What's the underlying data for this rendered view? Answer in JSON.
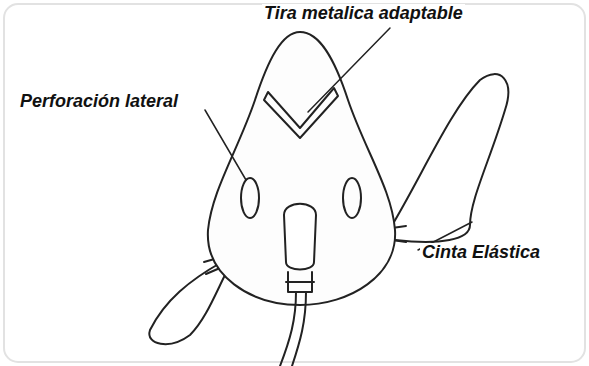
{
  "diagram": {
    "labels": [
      "Tira metalica adaptable",
      "Perforación lateral",
      "Cinta Elástica"
    ]
  }
}
